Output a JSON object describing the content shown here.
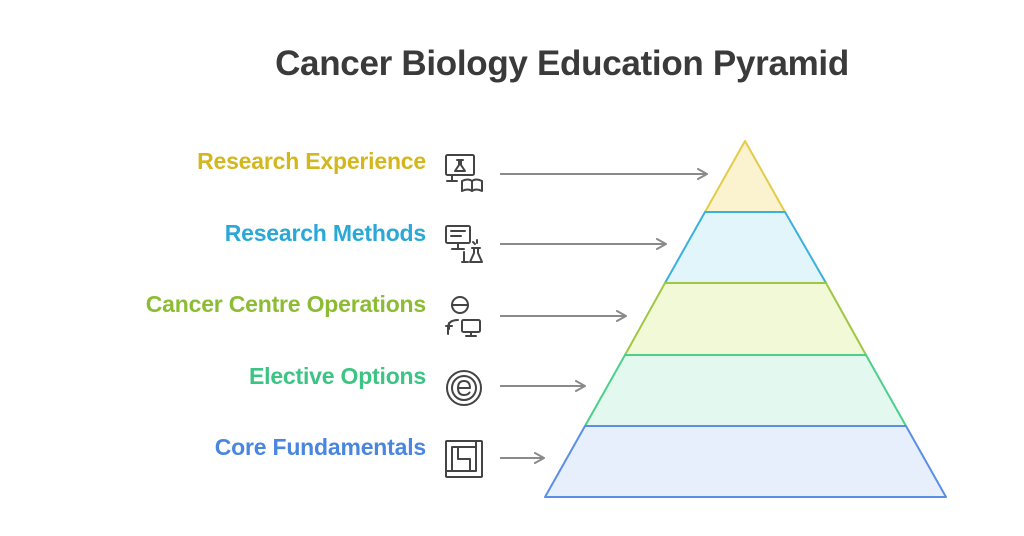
{
  "title": "Cancer Biology Education Pyramid",
  "levels": [
    {
      "label": "Research Experience",
      "icon": "lab-monitor-book-icon",
      "color": "#d4b71c",
      "fill": "#fbf3cf",
      "stroke": "#e2cc4a"
    },
    {
      "label": "Research Methods",
      "icon": "computer-flask-icon",
      "color": "#2aa8d6",
      "fill": "#e2f5fb",
      "stroke": "#3ab0dc"
    },
    {
      "label": "Cancer Centre Operations",
      "icon": "doctor-computer-icon",
      "color": "#8cbc34",
      "fill": "#f1f9d6",
      "stroke": "#9fc743"
    },
    {
      "label": "Elective Options",
      "icon": "letter-e-circle-icon",
      "color": "#3bc483",
      "fill": "#e3f8ee",
      "stroke": "#4ccf8b"
    },
    {
      "label": "Core Fundamentals",
      "icon": "foundation-square-icon",
      "color": "#4a86e0",
      "fill": "#e7effc",
      "stroke": "#5b8fe6"
    }
  ]
}
